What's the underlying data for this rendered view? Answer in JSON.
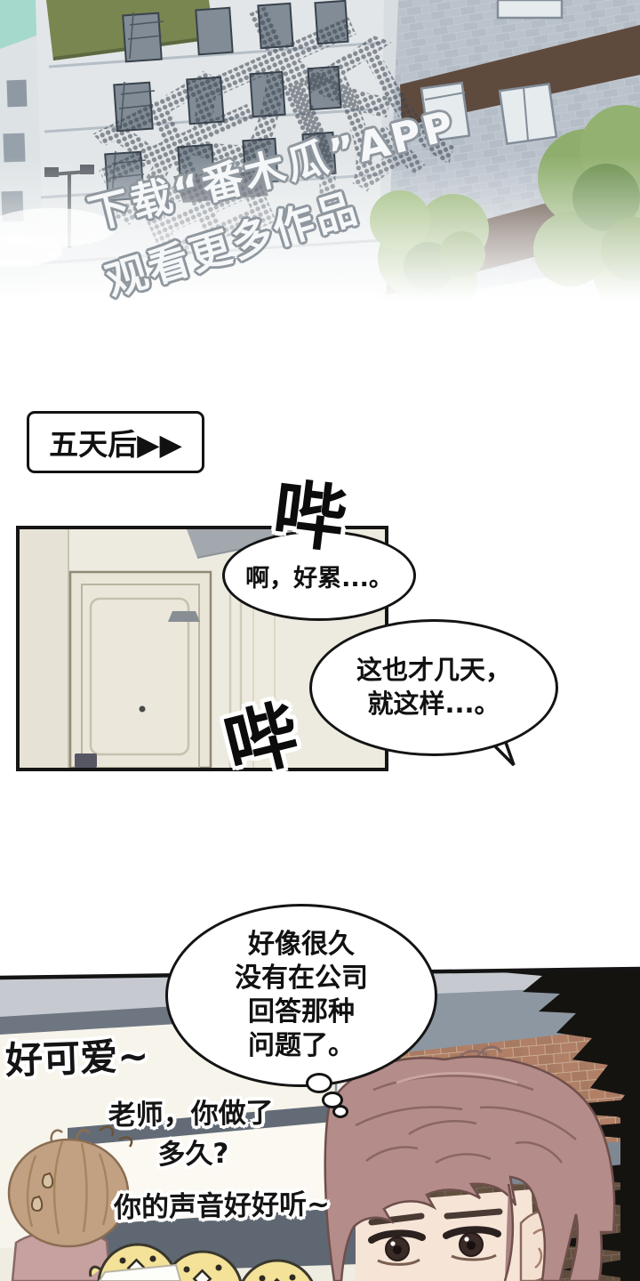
{
  "watermark": {
    "big_chars": [
      "番",
      "木",
      "瓜"
    ],
    "line1": "下载“番木瓜”APP",
    "line2": "观看更多作品"
  },
  "caption": {
    "text": "五天后▶▶"
  },
  "sfx": {
    "beep_top": "哔",
    "beep_bottom": "哔"
  },
  "speech": {
    "bubble1": "啊，好累...。",
    "bubble2": [
      "这也才几天，",
      "就这样...。"
    ],
    "thought": [
      "好像很久",
      "没有在公司",
      "回答那种",
      "问题了。"
    ]
  },
  "handwritten": {
    "cute": "好可爱~",
    "question_line1": "老师，你做了",
    "question_line2": "多久?",
    "compliment": "你的声音好好听~"
  },
  "colors": {
    "panel_border": "#141414",
    "sky_teal": "#a4d9cb",
    "roof_green": "#79864f",
    "brick": "#b07f66",
    "spike_black": "#151310",
    "chick_yellow": "#f3e297",
    "hair_left_char": "#c2a183",
    "hair_right_char": "#b48c89",
    "shirt_pink": "#c7a0a0"
  }
}
